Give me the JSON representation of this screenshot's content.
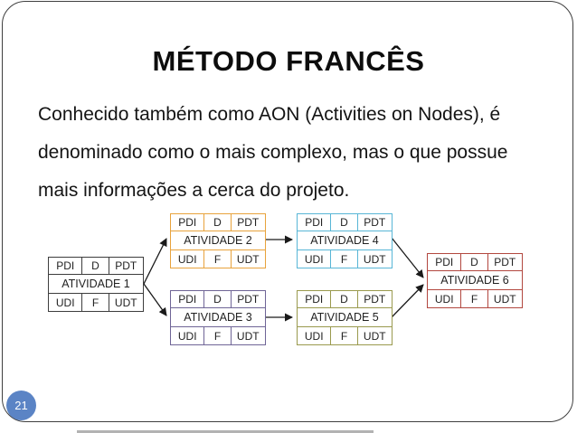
{
  "slide": {
    "title": "MÉTODO FRANCÊS",
    "body_lines": [
      "Conhecido também como AON (Activities on Nodes), é",
      "denominado como o mais complexo, mas o que possue",
      "mais informações a cerca do projeto."
    ],
    "page_number": "21"
  },
  "diagram": {
    "top_cells": [
      "PDI",
      "D",
      "PDT"
    ],
    "bottom_cells": [
      "UDI",
      "F",
      "UDT"
    ],
    "nodes": [
      {
        "label": "ATIVIDADE 1",
        "color": "#3d3d3d"
      },
      {
        "label": "ATIVIDADE 2",
        "color": "#e8a33c"
      },
      {
        "label": "ATIVIDADE 3",
        "color": "#6f6596"
      },
      {
        "label": "ATIVIDADE 4",
        "color": "#58b6d6"
      },
      {
        "label": "ATIVIDADE 5",
        "color": "#9a9a4e"
      },
      {
        "label": "ATIVIDADE 6",
        "color": "#b2473f"
      }
    ],
    "connections": [
      {
        "from": "ATIVIDADE 1",
        "to": "ATIVIDADE 2"
      },
      {
        "from": "ATIVIDADE 1",
        "to": "ATIVIDADE 3"
      },
      {
        "from": "ATIVIDADE 2",
        "to": "ATIVIDADE 4"
      },
      {
        "from": "ATIVIDADE 3",
        "to": "ATIVIDADE 5"
      },
      {
        "from": "ATIVIDADE 4",
        "to": "ATIVIDADE 6"
      },
      {
        "from": "ATIVIDADE 5",
        "to": "ATIVIDADE 6"
      }
    ]
  },
  "colors": {
    "slide_border": "#3f3f3f",
    "arrow": "#1a1a1a",
    "badge_background": "#5b84c5",
    "badge_text": "#ffffff"
  }
}
